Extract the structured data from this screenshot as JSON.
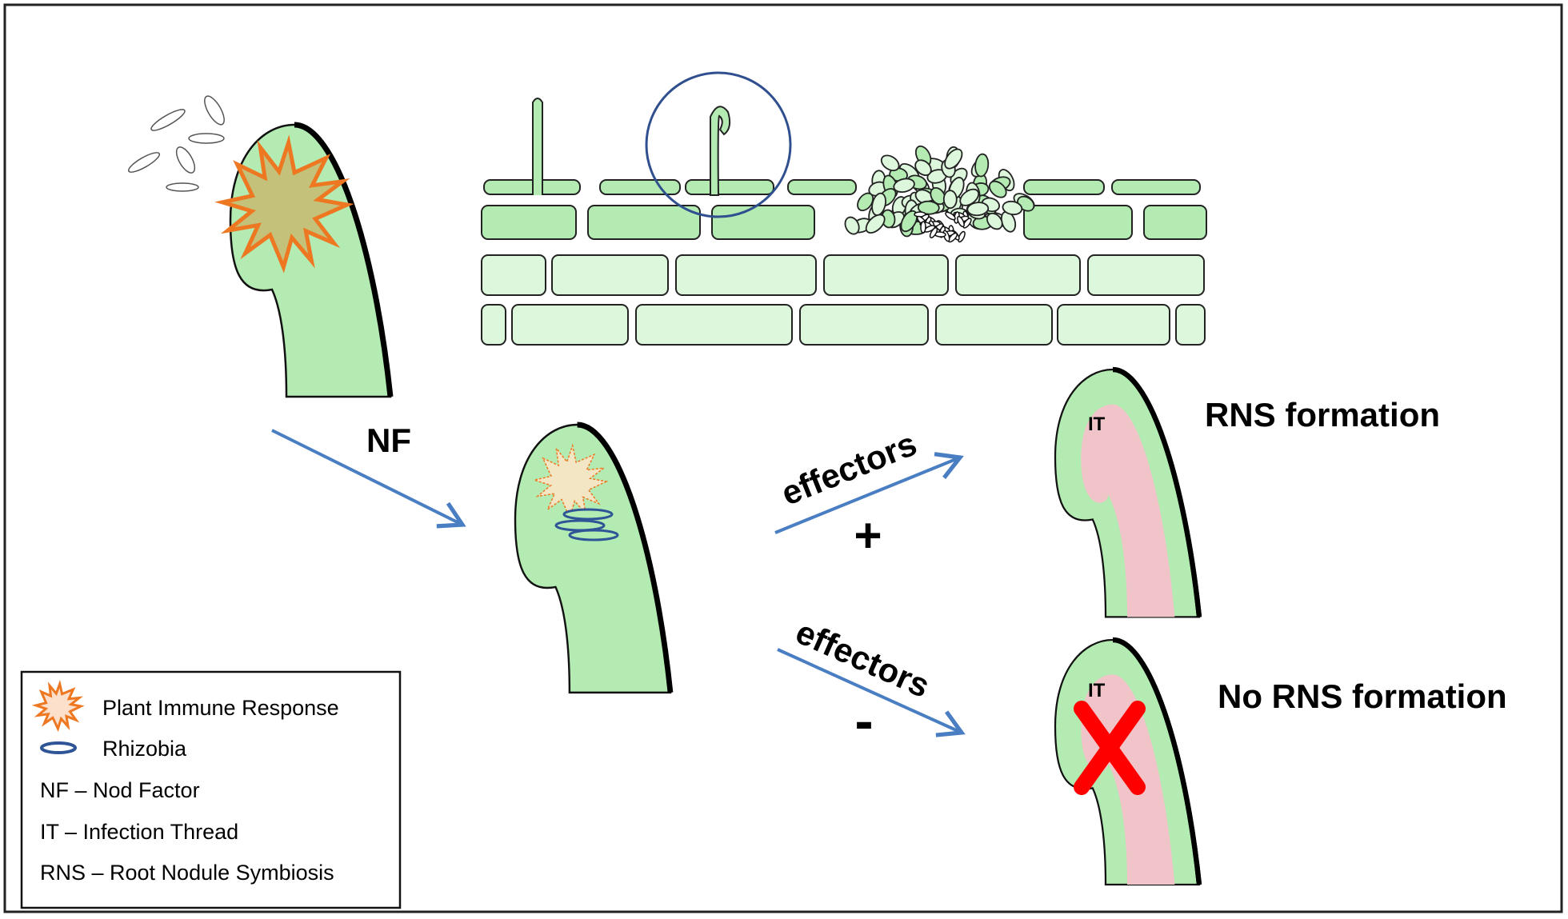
{
  "labels": {
    "nf": "NF",
    "effectors_plus": "effectors",
    "plus": "+",
    "effectors_minus": "effectors",
    "minus": "-",
    "it_top": "IT",
    "it_bottom": "IT",
    "rns_formation": "RNS formation",
    "no_rns_formation": "No RNS formation"
  },
  "legend": {
    "items": [
      {
        "icon": "immune-burst-icon",
        "text": "Plant Immune  Response"
      },
      {
        "icon": "rhizobia-icon",
        "text": "Rhizobia"
      },
      {
        "text": "NF – Nod Factor"
      },
      {
        "text": "IT – Infection Thread"
      },
      {
        "text": "RNS – Root Nodule Symbiosis"
      }
    ]
  },
  "colors": {
    "root_green": "#b3ebb3",
    "tissue_light": "#ddf7dd",
    "thread_pink": "#f0c4c8",
    "burst_orange": "#ee7722",
    "burst_fill": "#c4c27a",
    "rhizobia_blue": "#2f5597",
    "arrow_blue": "#4a7ec2",
    "cross_red": "#ff0000"
  }
}
